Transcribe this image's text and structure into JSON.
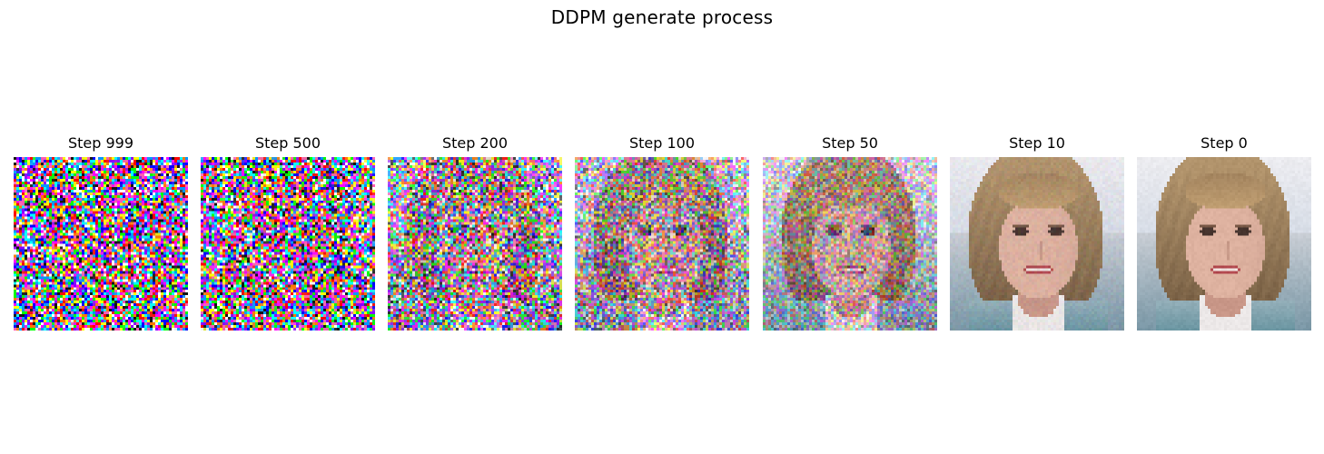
{
  "figure": {
    "title": "DDPM generate process"
  },
  "panels": [
    {
      "title": "Step 999",
      "noise_level": 1.0
    },
    {
      "title": "Step 500",
      "noise_level": 0.93
    },
    {
      "title": "Step 200",
      "noise_level": 0.68
    },
    {
      "title": "Step 100",
      "noise_level": 0.5
    },
    {
      "title": "Step 50",
      "noise_level": 0.34
    },
    {
      "title": "Step 10",
      "noise_level": 0.03
    },
    {
      "title": "Step 0",
      "noise_level": 0.0
    }
  ]
}
